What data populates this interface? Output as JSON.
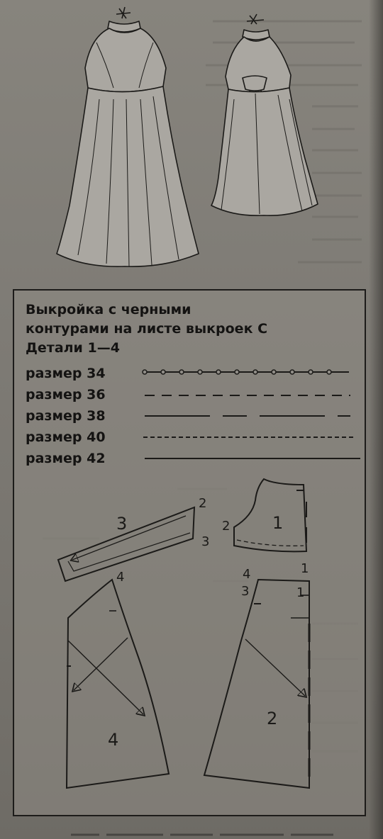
{
  "header": {
    "line1": "Выкройка с черными",
    "line2": "контурами на листе выкроек С",
    "line3": "Детали 1—4"
  },
  "legend": [
    {
      "label": "размер 34",
      "style": "dot-dash"
    },
    {
      "label": "размер 36",
      "style": "long-dash"
    },
    {
      "label": "размер 38",
      "style": "dash-long"
    },
    {
      "label": "размер 40",
      "style": "short-dash"
    },
    {
      "label": "размер 42",
      "style": "solid"
    }
  ],
  "pieces": {
    "p1": "1",
    "p2": "2",
    "p3": "3",
    "p4": "4",
    "mark_1a": "1",
    "mark_1b": "1",
    "mark_2a": "2",
    "mark_3a": "3",
    "mark_3b": "3",
    "mark_4a": "4",
    "mark_4b": "4"
  },
  "colors": {
    "ink": "#1b1a18",
    "paper": "#87847d",
    "dress": "#a8a59f"
  }
}
